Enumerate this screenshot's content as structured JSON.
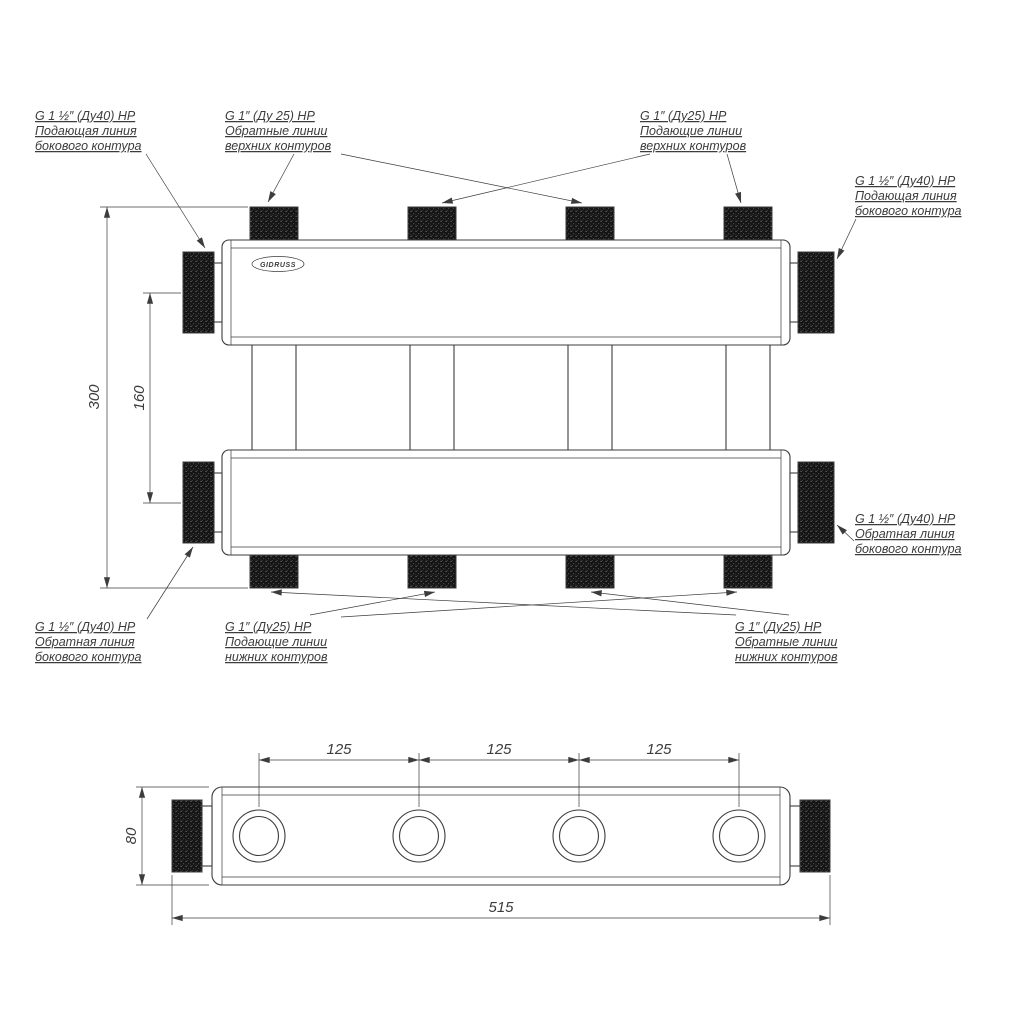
{
  "drawing": {
    "labels": {
      "top_left": {
        "l1": "G 1 ½″ (Ду40) НР",
        "l2": "Подающая линия",
        "l3": "бокового контура"
      },
      "top_mid": {
        "l1": "G 1″ (Ду 25) НР",
        "l2": "Обратные линии",
        "l3": "верхних контуров"
      },
      "top_right": {
        "l1": "G 1″ (Ду25) НР",
        "l2": "Подающие линии",
        "l3": "верхних контуров"
      },
      "right_top": {
        "l1": "G 1 ½″ (Ду40) НР",
        "l2": "Подающая линия",
        "l3": "бокового контура"
      },
      "right_bottom": {
        "l1": "G 1 ½″ (Ду40) НР",
        "l2": "Обратная линия",
        "l3": "бокового контура"
      },
      "bottom_left": {
        "l1": "G 1 ½″ (Ду40) НР",
        "l2": "Обратная линия",
        "l3": "бокового контура"
      },
      "bottom_mid": {
        "l1": "G 1″ (Ду25) НР",
        "l2": "Подающие линии",
        "l3": "нижних контуров"
      },
      "bottom_right": {
        "l1": "G 1″ (Ду25) НР",
        "l2": "Обратные линии",
        "l3": "нижних контуров"
      }
    },
    "dims": {
      "overall_height": "300",
      "axis_spacing": "160",
      "port_spacing_a": "125",
      "port_spacing_b": "125",
      "port_spacing_c": "125",
      "overall_length": "515",
      "body_height": "80"
    },
    "logo_text": "GIDRUSS",
    "colors": {
      "line": "#3c3c3c",
      "dark_fill": "#151515",
      "background": "#ffffff"
    }
  }
}
